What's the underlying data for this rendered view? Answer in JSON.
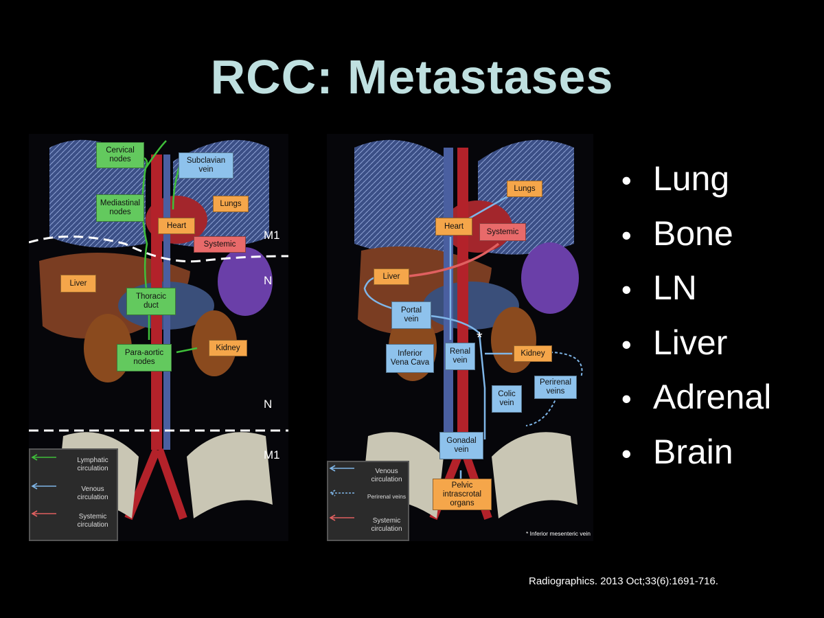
{
  "slide": {
    "title": "RCC: Metastases",
    "citation": "Radiographics. 2013 Oct;33(6):1691-716."
  },
  "bullets": [
    "Lung",
    "Bone",
    "LN",
    "Liver",
    "Adrenal",
    "Brain"
  ],
  "left_panel": {
    "labels": {
      "cervical": "Cervical nodes",
      "subclavian": "Subclavian vein",
      "mediastinal": "Mediastinal nodes",
      "lungs": "Lungs",
      "heart": "Heart",
      "systemic": "Systemic",
      "liver": "Liver",
      "thoracic": "Thoracic duct",
      "paraaortic": "Para-aortic nodes",
      "kidney": "Kidney"
    },
    "zones": {
      "m1_top": "M1",
      "n_upper": "N",
      "n_lower": "N",
      "m1_bottom": "M1"
    },
    "legend": [
      {
        "text": "Lymphatic circulation",
        "color": "#3fbf3a"
      },
      {
        "text": "Venous circulation",
        "color": "#7fb6e8"
      },
      {
        "text": "Systemic circulation",
        "color": "#e06060"
      }
    ]
  },
  "right_panel": {
    "labels": {
      "lungs": "Lungs",
      "heart": "Heart",
      "systemic": "Systemic",
      "liver": "Liver",
      "portal": "Portal vein",
      "ivc": "Inferior Vena Cava",
      "renal": "Renal vein",
      "kidney": "Kidney",
      "colic": "Colic vein",
      "perirenal": "Perirenal veins",
      "gonadal": "Gonadal vein",
      "pelvic": "Pelvic intrascrotal organs",
      "asterisk": "*"
    },
    "legend": [
      {
        "text": "Venous circulation",
        "color": "#7fb6e8"
      },
      {
        "text": "Perirenal veins",
        "color": "#7fb6e8"
      },
      {
        "text": "Systemic circulation",
        "color": "#e06060"
      }
    ],
    "footnote": "* Inferior mesenteric vein"
  },
  "colors": {
    "title": "#bfe0e0",
    "lymphatic": "#3fbf3a",
    "venous": "#7fb6e8",
    "systemic": "#e06060",
    "label_orange": "#f5a64a",
    "label_green": "#63c95e",
    "label_blue": "#8ec2ec"
  }
}
